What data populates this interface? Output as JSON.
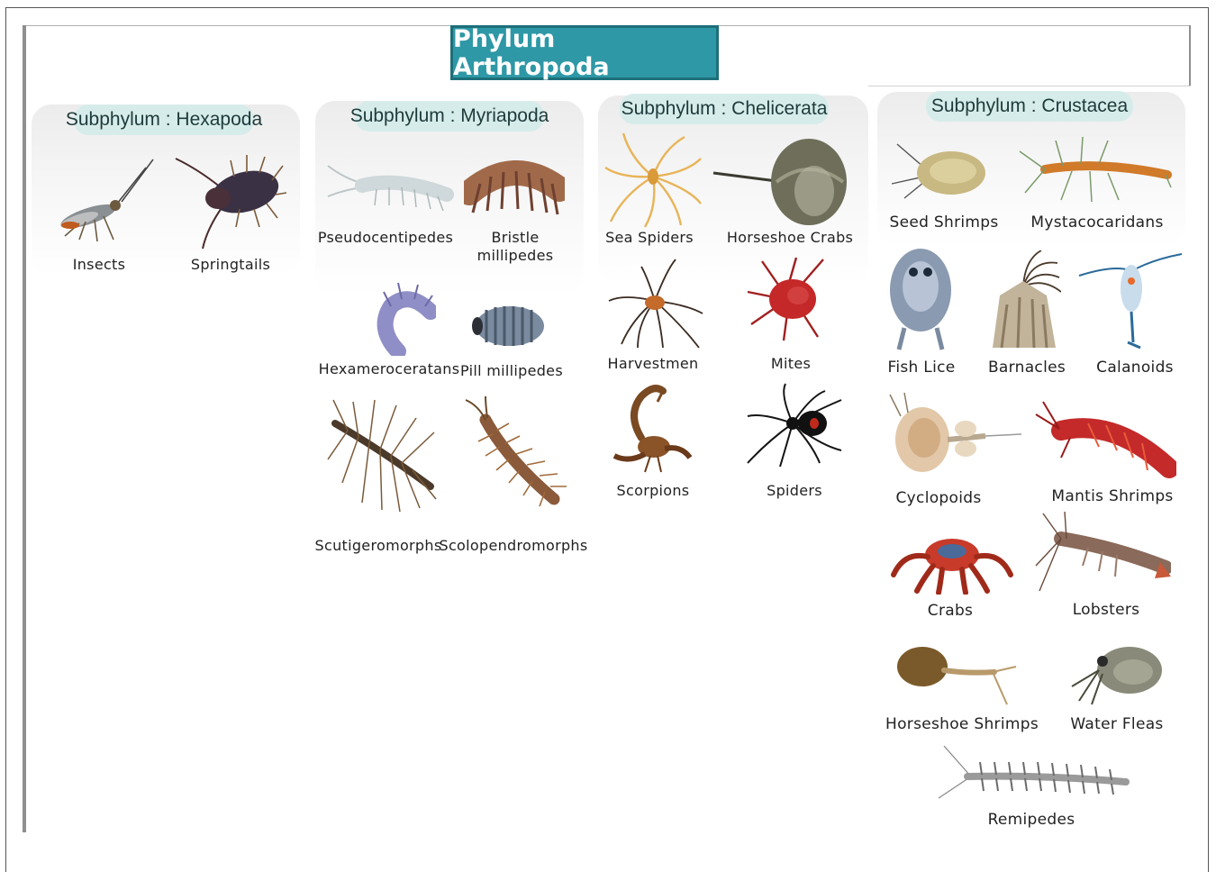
{
  "title": "Phylum Arthropoda",
  "subphyla": [
    {
      "name": "Subphylum : Hexapoda",
      "members": [
        "Insects",
        "Springtails"
      ]
    },
    {
      "name": "Subphylum : Myriapoda",
      "members": [
        "Pseudocentipedes",
        "Bristle millipedes",
        "Hexameroceratans",
        "Pill millipedes",
        "Scutigeromorphs",
        "Scolopendromorphs"
      ]
    },
    {
      "name": "Subphylum : Chelicerata",
      "members": [
        "Sea Spiders",
        "Horseshoe Crabs",
        "Harvestmen",
        "Mites",
        "Scorpions",
        "Spiders"
      ]
    },
    {
      "name": "Subphylum : Crustacea",
      "members": [
        "Seed Shrimps",
        "Mystacocaridans",
        "Fish Lice",
        "Barnacles",
        "Calanoids",
        "Cyclopoids",
        "Mantis Shrimps",
        "Crabs",
        "Lobsters",
        "Horseshoe Shrimps",
        "Water Fleas",
        "Remipedes"
      ]
    }
  ],
  "colors": {
    "title_bg": "#2e98a6",
    "title_border": "#1d6f7a",
    "pill_bg": "#d6ecea"
  }
}
